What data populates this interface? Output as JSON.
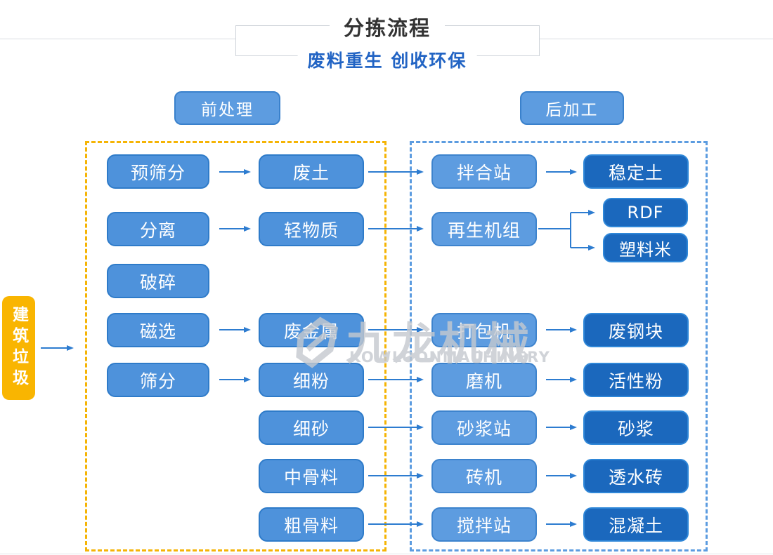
{
  "header": {
    "title": "分拣流程",
    "subtitle": "废料重生 创收环保"
  },
  "legend": {
    "pre": "前处理",
    "post": "后加工"
  },
  "source": {
    "label": "建筑垃圾"
  },
  "pre_zone": {
    "machines": [
      "预筛分",
      "分离",
      "破碎",
      "磁选",
      "筛分"
    ],
    "outputs": [
      "废土",
      "轻物质",
      "废金属",
      "细粉",
      "细砂",
      "中骨料",
      "粗骨料"
    ]
  },
  "post_zone": {
    "machines": [
      "拌合站",
      "再生机组",
      "打包机",
      "磨机",
      "砂浆站",
      "砖机",
      "搅拌站"
    ],
    "products": [
      "稳定土",
      "RDF",
      "塑料米",
      "废钢块",
      "活性粉",
      "砂浆",
      "透水砖",
      "混凝土"
    ]
  },
  "edges": [
    [
      "建筑垃圾",
      "前处理区"
    ],
    [
      "预筛分",
      "废土"
    ],
    [
      "废土",
      "拌合站"
    ],
    [
      "拌合站",
      "稳定土"
    ],
    [
      "分离",
      "轻物质"
    ],
    [
      "轻物质",
      "再生机组"
    ],
    [
      "再生机组",
      "RDF"
    ],
    [
      "再生机组",
      "塑料米"
    ],
    [
      "磁选",
      "废金属"
    ],
    [
      "废金属",
      "打包机"
    ],
    [
      "打包机",
      "废钢块"
    ],
    [
      "筛分",
      "细粉"
    ],
    [
      "细粉",
      "磨机"
    ],
    [
      "磨机",
      "活性粉"
    ],
    [
      "细砂",
      "砂浆站"
    ],
    [
      "砂浆站",
      "砂浆"
    ],
    [
      "中骨料",
      "砖机"
    ],
    [
      "砖机",
      "透水砖"
    ],
    [
      "粗骨料",
      "搅拌站"
    ],
    [
      "搅拌站",
      "混凝土"
    ]
  ],
  "watermark": {
    "logo": "kowloon-logo",
    "text_cn": "九龙机械",
    "text_en": "KOWLOONMACHINERY"
  },
  "colors": {
    "title_text": "#333333",
    "subtitle_text": "#2264c4",
    "zone_pre_border": "#f5b405",
    "zone_post_border": "#5c9ce0",
    "source_fill": "#f9b501",
    "node_pre_fill": "#4e92db",
    "node_post_fill": "#5d9ce0",
    "node_product_fill": "#1b68bd",
    "arrow": "#2d7cd0",
    "watermark": "#c5c9cf"
  }
}
